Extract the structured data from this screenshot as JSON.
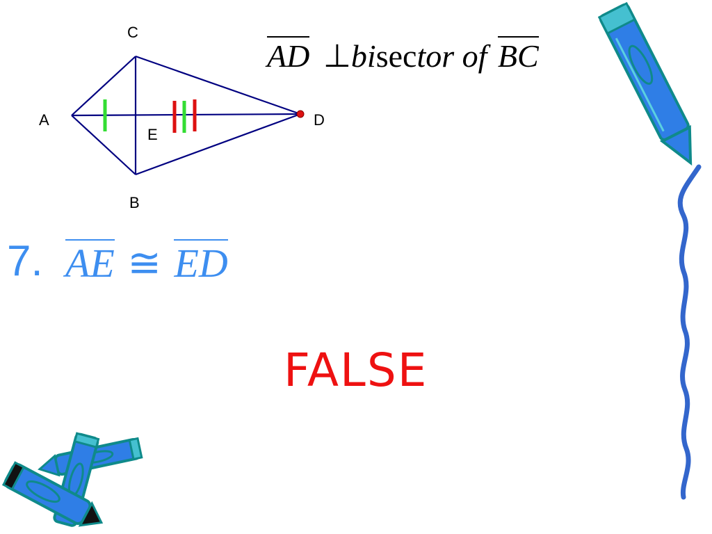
{
  "diagram": {
    "points": {
      "A": "A",
      "B": "B",
      "C": "C",
      "D": "D",
      "E": "E"
    }
  },
  "given": {
    "seg1": "AD",
    "symbol": "⊥",
    "word1": "bi",
    "word2": "sec",
    "word3": "tor",
    "word4": "of",
    "seg2": "BC"
  },
  "statement": {
    "number": "7.",
    "seg1": "AE",
    "symbol": "≅",
    "seg2": "ED"
  },
  "answer": "FALSE",
  "colors": {
    "outline": "#000080",
    "tick_green": "#33dd33",
    "tick_red": "#dd1111",
    "statement": "#3d8ef0",
    "answer": "#ee1111",
    "pencil_blue": "#2f7ee6",
    "pencil_teal": "#0f8a8a",
    "border_squiggle": "#3366cc"
  }
}
